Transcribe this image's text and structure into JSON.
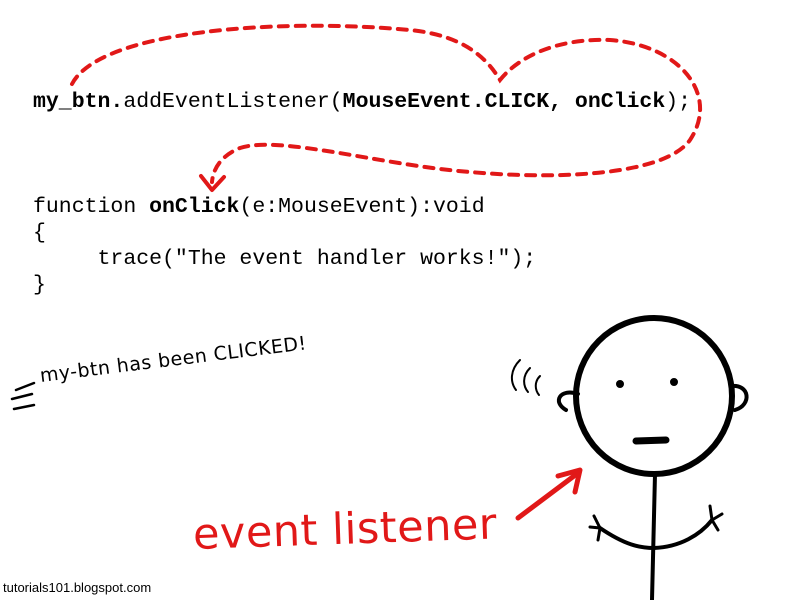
{
  "code": {
    "line1": {
      "obj": "my_btn",
      "dot": ".",
      "method": "addEventListener(",
      "event_const": "MouseEvent.CLICK",
      "sep": ", ",
      "handler": "onClick",
      "close": ");"
    },
    "line2": {
      "kw": "function ",
      "handler": "onClick",
      "params": "(e:MouseEvent):void"
    },
    "line3": "{",
    "line4": "     trace(\"The event handler works!\");",
    "line5": "}"
  },
  "annotation": {
    "status": "my-btn has been CLICKED!",
    "label": "event listener"
  },
  "credit": "tutorials101.blogspot.com",
  "colors": {
    "accent": "#e11818",
    "ink": "#000000",
    "background": "#ffffff"
  },
  "icons": [
    "stick-figure-icon",
    "sound-waves-icon",
    "curved-dashed-arrow-icon",
    "straight-arrow-icon",
    "motion-lines-icon"
  ]
}
